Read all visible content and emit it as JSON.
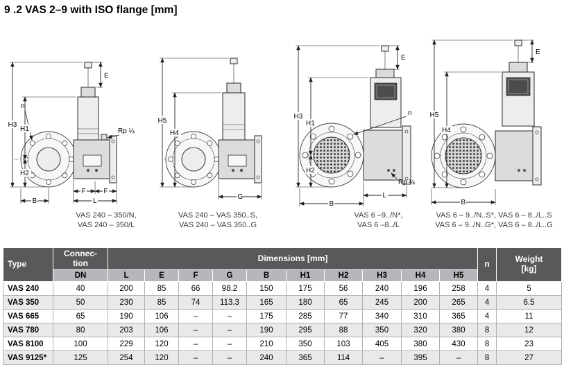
{
  "page": {
    "title": "9 .2 VAS 2–9 with ISO flange [mm]"
  },
  "colors": {
    "table_header_bg": "#58595b",
    "table_subheader_bg": "#b5b7ba",
    "row_alt_bg": "#e8e9ea"
  },
  "figures": [
    {
      "caption1": "VAS 240 – 350/N,",
      "caption2": "VAS 240 – 350/L",
      "labels": {
        "e": "E",
        "n": "n",
        "h3": "H3",
        "h1": "H1",
        "h2": "H2",
        "rp": "Rp ¼",
        "f1": "F",
        "f2": "F",
        "l": "L",
        "b": "B"
      }
    },
    {
      "caption1": "VAS 240 – VAS 350..S,",
      "caption2": "VAS 240 – VAS 350..G",
      "labels": {
        "h5": "H5",
        "h4": "H4",
        "g": "G"
      }
    },
    {
      "caption1": "VAS 6 –9../N*,",
      "caption2": "VAS 6 –8../L",
      "labels": {
        "e": "E",
        "n": "n",
        "h3": "H3",
        "h1": "H1",
        "h2": "H2",
        "rp": "Rp ¼",
        "l": "L",
        "b": "B"
      }
    },
    {
      "caption1": "VAS 6 – 9../N..S*, VAS 6 – 8../L..S",
      "caption2": "VAS 6 – 9../N..G*, VAS 6 – 8../L..G",
      "labels": {
        "e": "E",
        "h5": "H5",
        "h4": "H4",
        "b": "B"
      }
    }
  ],
  "table": {
    "header": {
      "type": "Type",
      "connection": "Connec-\ntion",
      "dimensions": "Dimensions [mm]",
      "n": "n",
      "weight": "Weight\n[kg]"
    },
    "subheader": {
      "dn": "DN",
      "l": "L",
      "e": "E",
      "f": "F",
      "g": "G",
      "b": "B",
      "h1": "H1",
      "h2": "H2",
      "h3": "H3",
      "h4": "H4",
      "h5": "H5"
    },
    "rows": [
      {
        "type": "VAS 240",
        "dn": "40",
        "l": "200",
        "e": "85",
        "f": "66",
        "g": "98.2",
        "b": "150",
        "h1": "175",
        "h2": "56",
        "h3": "240",
        "h4": "196",
        "h5": "258",
        "n": "4",
        "weight": "5"
      },
      {
        "type": "VAS 350",
        "dn": "50",
        "l": "230",
        "e": "85",
        "f": "74",
        "g": "113.3",
        "b": "165",
        "h1": "180",
        "h2": "65",
        "h3": "245",
        "h4": "200",
        "h5": "265",
        "n": "4",
        "weight": "6.5"
      },
      {
        "type": "VAS 665",
        "dn": "65",
        "l": "190",
        "e": "106",
        "f": "–",
        "g": "–",
        "b": "175",
        "h1": "285",
        "h2": "77",
        "h3": "340",
        "h4": "310",
        "h5": "365",
        "n": "4",
        "weight": "11"
      },
      {
        "type": "VAS 780",
        "dn": "80",
        "l": "203",
        "e": "106",
        "f": "–",
        "g": "–",
        "b": "190",
        "h1": "295",
        "h2": "88",
        "h3": "350",
        "h4": "320",
        "h5": "380",
        "n": "8",
        "weight": "12"
      },
      {
        "type": "VAS 8100",
        "dn": "100",
        "l": "229",
        "e": "120",
        "f": "–",
        "g": "–",
        "b": "210",
        "h1": "350",
        "h2": "103",
        "h3": "405",
        "h4": "380",
        "h5": "430",
        "n": "8",
        "weight": "23"
      },
      {
        "type": "VAS 9125*",
        "dn": "125",
        "l": "254",
        "e": "120",
        "f": "–",
        "g": "–",
        "b": "240",
        "h1": "365",
        "h2": "114",
        "h3": "–",
        "h4": "395",
        "h5": "–",
        "n": "8",
        "weight": "27"
      }
    ]
  }
}
